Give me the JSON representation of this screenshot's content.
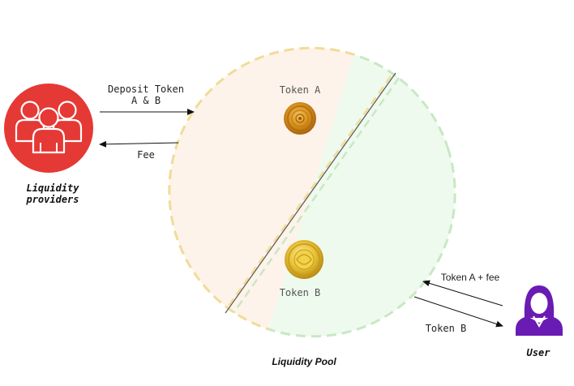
{
  "providers": {
    "label_line1": "Liquidity",
    "label_line2": "providers",
    "icon": "group-of-people-icon",
    "color": "#e53935"
  },
  "deposit": {
    "label_line1": "Deposit Token",
    "label_line2": "A & B"
  },
  "fee": {
    "label": "Fee"
  },
  "pool": {
    "label": "Liquidity Pool",
    "token_a_label": "Token A",
    "token_b_label": "Token B",
    "token_a_fill": "#fdf3ea",
    "token_b_fill": "#eefaee",
    "token_a_border": "#f0dc98",
    "token_b_border": "#c8e8c4"
  },
  "swap": {
    "in_label": "Token A +  fee",
    "out_label": "Token B"
  },
  "user": {
    "label": "User",
    "icon": "user-icon",
    "color": "#6a1bb4"
  },
  "coins": {
    "token_a_icon": "bronze-coin-icon",
    "token_b_icon": "gold-coin-icon"
  }
}
